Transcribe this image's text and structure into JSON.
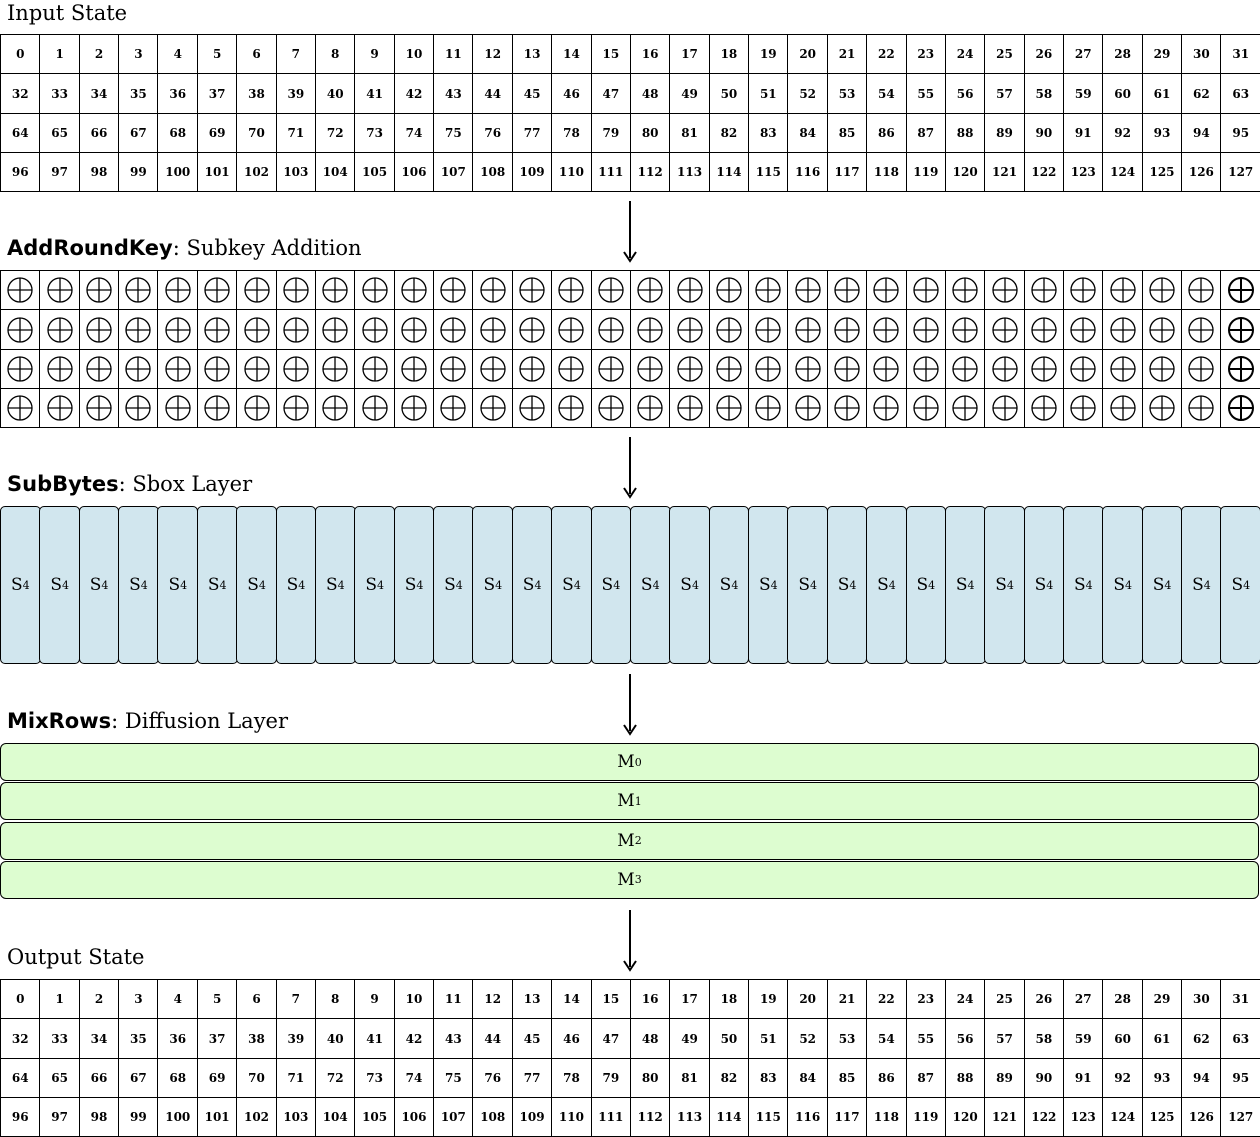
{
  "input": {
    "title": "Input State",
    "cells": [
      [
        "0",
        "1",
        "2",
        "3",
        "4",
        "5",
        "6",
        "7",
        "8",
        "9",
        "10",
        "11",
        "12",
        "13",
        "14",
        "15",
        "16",
        "17",
        "18",
        "19",
        "20",
        "21",
        "22",
        "23",
        "24",
        "25",
        "26",
        "27",
        "28",
        "29",
        "30",
        "31"
      ],
      [
        "32",
        "33",
        "34",
        "35",
        "36",
        "37",
        "38",
        "39",
        "40",
        "41",
        "42",
        "43",
        "44",
        "45",
        "46",
        "47",
        "48",
        "49",
        "50",
        "51",
        "52",
        "53",
        "54",
        "55",
        "56",
        "57",
        "58",
        "59",
        "60",
        "61",
        "62",
        "63"
      ],
      [
        "64",
        "65",
        "66",
        "67",
        "68",
        "69",
        "70",
        "71",
        "72",
        "73",
        "74",
        "75",
        "76",
        "77",
        "78",
        "79",
        "80",
        "81",
        "82",
        "83",
        "84",
        "85",
        "86",
        "87",
        "88",
        "89",
        "90",
        "91",
        "92",
        "93",
        "94",
        "95"
      ],
      [
        "96",
        "97",
        "98",
        "99",
        "100",
        "101",
        "102",
        "103",
        "104",
        "105",
        "106",
        "107",
        "108",
        "109",
        "110",
        "111",
        "112",
        "113",
        "114",
        "115",
        "116",
        "117",
        "118",
        "119",
        "120",
        "121",
        "122",
        "123",
        "124",
        "125",
        "126",
        "127"
      ]
    ]
  },
  "add_round_key": {
    "name": "AddRoundKey",
    "title_rest": ": Subkey Addition",
    "symbol": "xor-icon"
  },
  "sub_bytes": {
    "name": "SubBytes",
    "title_rest": ": Sbox Layer",
    "sbox_base": "S",
    "sbox_sub": "4",
    "count": 32,
    "color": "#d1e6ee"
  },
  "mix_rows": {
    "name": "MixRows",
    "title_rest": ": Diffusion Layer",
    "color": "#ddfdd0",
    "rows": [
      {
        "base": "M",
        "sub": "0"
      },
      {
        "base": "M",
        "sub": "1"
      },
      {
        "base": "M",
        "sub": "2"
      },
      {
        "base": "M",
        "sub": "3"
      }
    ]
  },
  "output": {
    "title": "Output State",
    "cells": [
      [
        "0",
        "1",
        "2",
        "3",
        "4",
        "5",
        "6",
        "7",
        "8",
        "9",
        "10",
        "11",
        "12",
        "13",
        "14",
        "15",
        "16",
        "17",
        "18",
        "19",
        "20",
        "21",
        "22",
        "23",
        "24",
        "25",
        "26",
        "27",
        "28",
        "29",
        "30",
        "31"
      ],
      [
        "32",
        "33",
        "34",
        "35",
        "36",
        "37",
        "38",
        "39",
        "40",
        "41",
        "42",
        "43",
        "44",
        "45",
        "46",
        "47",
        "48",
        "49",
        "50",
        "51",
        "52",
        "53",
        "54",
        "55",
        "56",
        "57",
        "58",
        "59",
        "60",
        "61",
        "62",
        "63"
      ],
      [
        "64",
        "65",
        "66",
        "67",
        "68",
        "69",
        "70",
        "71",
        "72",
        "73",
        "74",
        "75",
        "76",
        "77",
        "78",
        "79",
        "80",
        "81",
        "82",
        "83",
        "84",
        "85",
        "86",
        "87",
        "88",
        "89",
        "90",
        "91",
        "92",
        "93",
        "94",
        "95"
      ],
      [
        "96",
        "97",
        "98",
        "99",
        "100",
        "101",
        "102",
        "103",
        "104",
        "105",
        "106",
        "107",
        "108",
        "109",
        "110",
        "111",
        "112",
        "113",
        "114",
        "115",
        "116",
        "117",
        "118",
        "119",
        "120",
        "121",
        "122",
        "123",
        "124",
        "125",
        "126",
        "127"
      ]
    ]
  }
}
